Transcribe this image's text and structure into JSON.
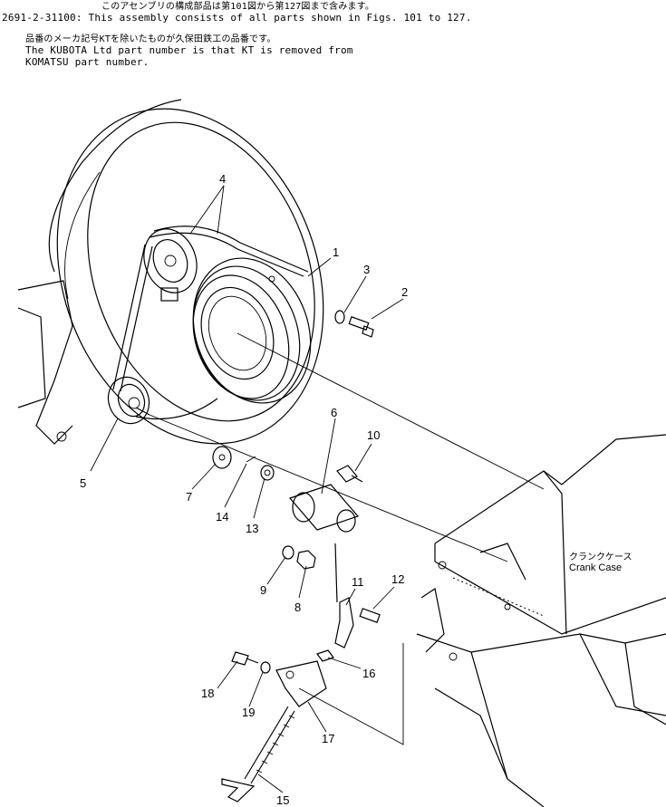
{
  "header": {
    "line1_jp": "このアセンブリの構成部品は第101図から第127図まで含みます。",
    "line2": "2691-2-31100: This assembly consists of all parts shown in Figs. 101 to 127.",
    "line3_jp": "品番のメーカ記号KTを除いたものが久保田鉄工の品番です。",
    "line4": "The KUBOTA Ltd part number is that KT is removed from",
    "line5": "KOMATSU part number."
  },
  "crank_case": {
    "label_jp": "クランクケース",
    "label_en": "Crank Case"
  },
  "callouts": [
    "1",
    "2",
    "3",
    "4",
    "5",
    "6",
    "7",
    "8",
    "9",
    "10",
    "11",
    "12",
    "13",
    "14",
    "15",
    "16",
    "17",
    "18",
    "19"
  ]
}
